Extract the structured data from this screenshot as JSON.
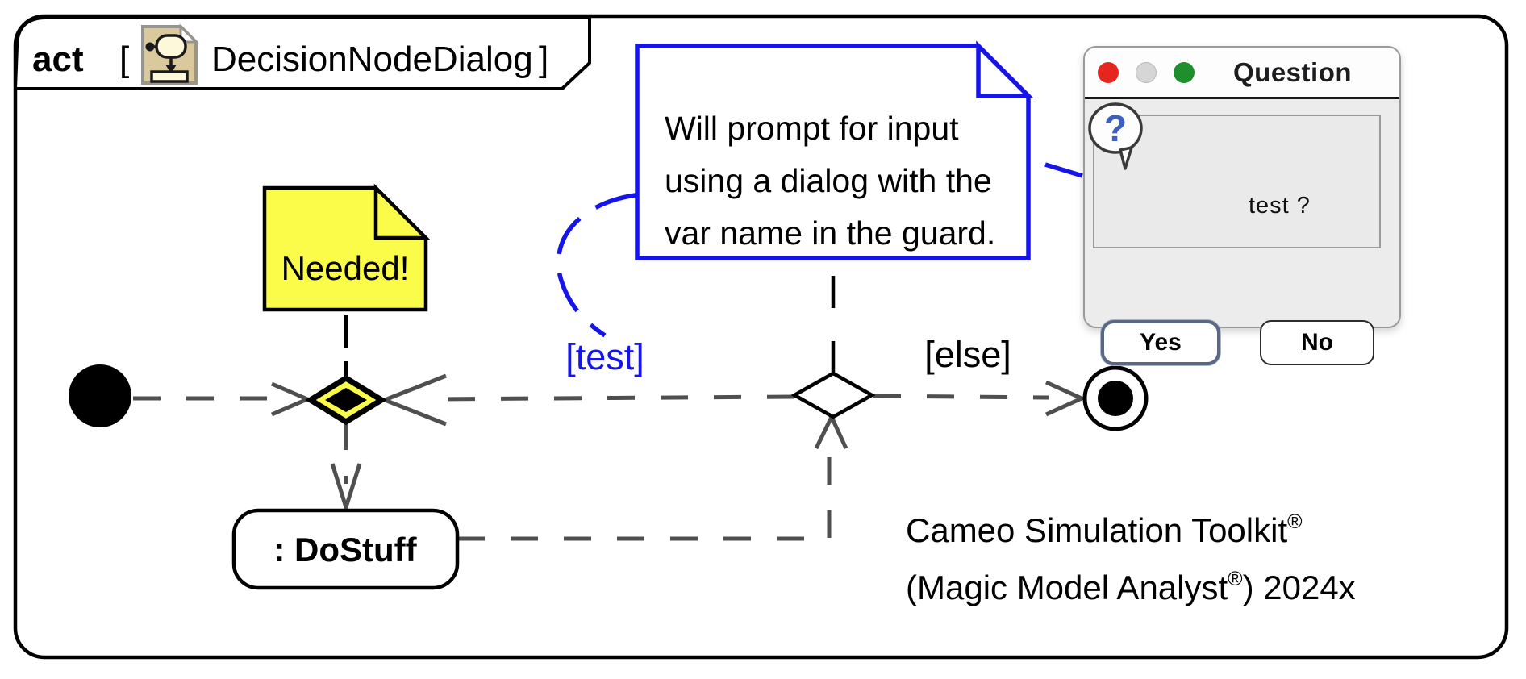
{
  "frame": {
    "kind": "act",
    "open_bracket": "[",
    "close_bracket": "]",
    "name": "DecisionNodeDialog"
  },
  "notes": {
    "needed_note": {
      "text": "Needed!"
    },
    "prompt_note": {
      "line1": "Will prompt for input",
      "line2": "using a dialog with the",
      "line3": "var name in the guard."
    }
  },
  "guards": {
    "test": "[test]",
    "else": "[else]"
  },
  "nodes": {
    "action_name": ": DoStuff"
  },
  "question_dialog": {
    "title": "Question",
    "message": "test ?",
    "icon_glyph": "?",
    "yes_label": "Yes",
    "no_label": "No"
  },
  "credit": {
    "line1_text": "Cameo Simulation Toolkit",
    "line1_sup": "®",
    "line2_text": "(Magic Model Analyst",
    "line2_sup": "®",
    "line2_tail": ") 2024x"
  },
  "colors": {
    "note_yellow": "#fbfb4a",
    "annotation_blue": "#1414eb",
    "flow_gray": "#4f4f4f",
    "traffic_red": "#e4261e",
    "traffic_gray": "#d6d6d6",
    "traffic_green": "#1d8f2c",
    "question_mark_blue": "#3c5fc0"
  }
}
